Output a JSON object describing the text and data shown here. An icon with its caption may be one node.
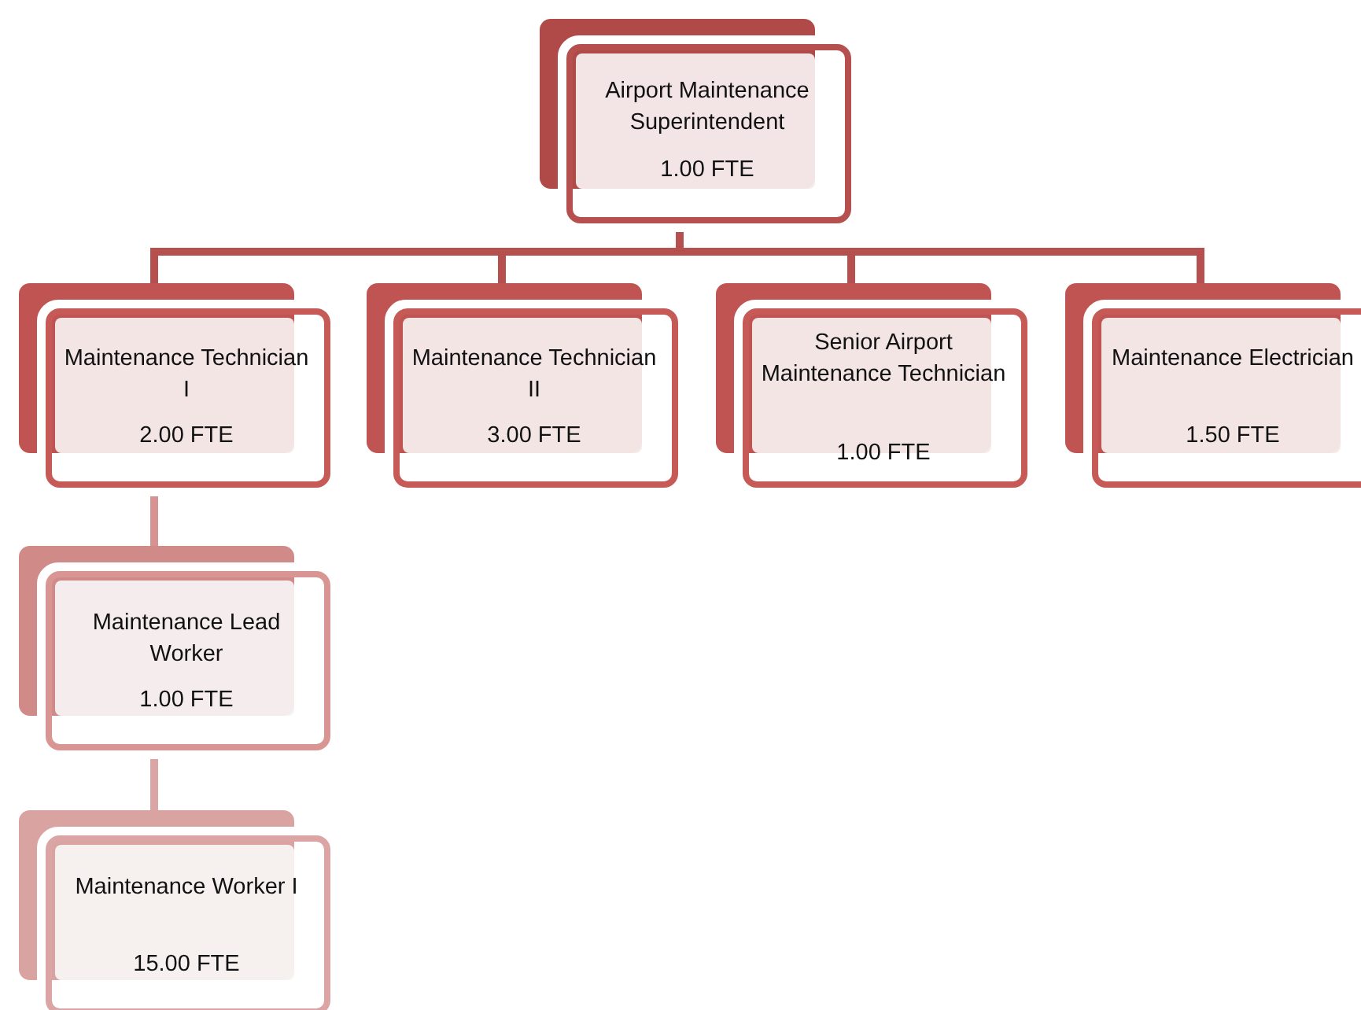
{
  "diagram": {
    "nodes": [
      {
        "text": [
          "Airport Maintenance Superintendent",
          "1.00 FTE"
        ]
      },
      {
        "text": [
          "Maintenance Technician I",
          "2.00 FTE"
        ]
      },
      {
        "text": [
          "Maintenance Technician II",
          "3.00 FTE"
        ]
      },
      {
        "text": [
          "Senior  Airport Maintenance Technician",
          "1.00 FTE"
        ]
      },
      {
        "text": [
          "Maintenance Electrician",
          "1.50 FTE"
        ]
      },
      {
        "text": [
          "Maintenance Lead Worker",
          "1.00 FTE"
        ]
      },
      {
        "text": [
          "Maintenance Worker I",
          "15.00 FTE"
        ]
      }
    ],
    "edges": [
      {
        "from": 0,
        "to": 1,
        "arrow": "none"
      },
      {
        "from": 0,
        "to": 2,
        "arrow": "none"
      },
      {
        "from": 0,
        "to": 3,
        "arrow": "none"
      },
      {
        "from": 0,
        "to": 4,
        "arrow": "none"
      },
      {
        "from": 1,
        "to": 5,
        "arrow": "none",
        "color": "#d69392"
      },
      {
        "from": 5,
        "to": 6,
        "arrow": "none",
        "color": "#dba5a5"
      }
    ]
  }
}
